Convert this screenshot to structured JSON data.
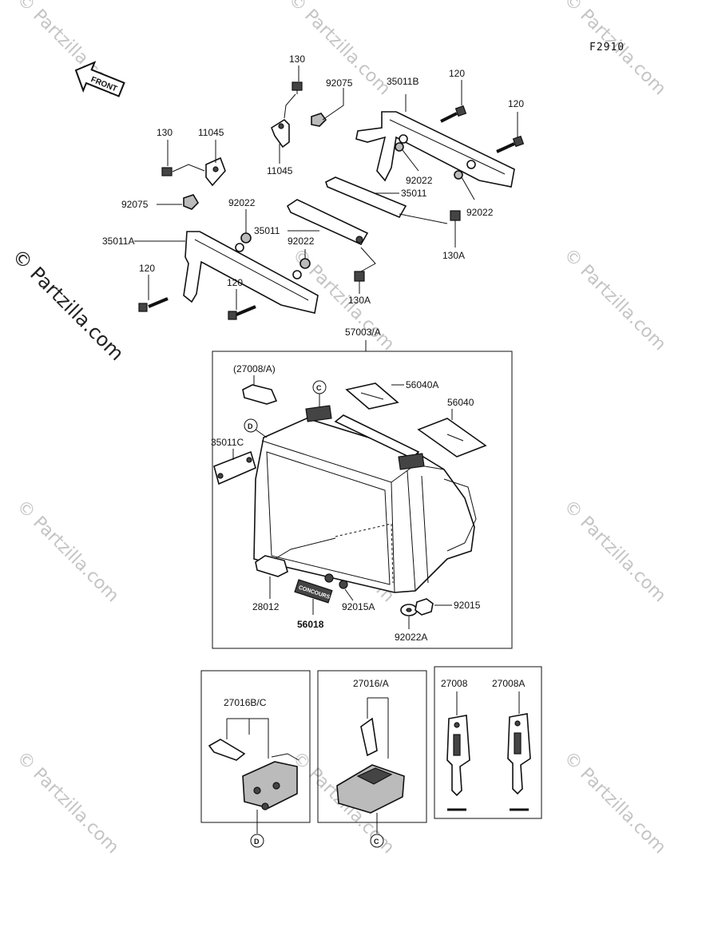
{
  "figure_code": "F2910",
  "front_arrow_label": "FRONT",
  "watermark": "© Partzilla.com",
  "callouts": {
    "c_130_top": "130",
    "c_92075_top": "92075",
    "c_35011B": "35011B",
    "c_120_top": "120",
    "c_120_right": "120",
    "c_130_left": "130",
    "c_11045_left": "11045",
    "c_11045_mid": "11045",
    "c_92022_mid": "92022",
    "c_92022_right": "92022",
    "c_92075_left": "92075",
    "c_92022_left": "92022",
    "c_35011_right": "35011",
    "c_35011_mid": "35011",
    "c_92022_center": "92022",
    "c_35011A": "35011A",
    "c_130A_right": "130A",
    "c_120_lower_left": "120",
    "c_120_lower_mid": "120",
    "c_130A_lower": "130A",
    "c_57003A": "57003/A",
    "c_27008A_paren": "(27008/A)",
    "c_56040A": "56040A",
    "c_56040": "56040",
    "c_35011C": "35011C",
    "c_28012": "28012",
    "c_56018": "56018",
    "c_92015A": "92015A",
    "c_92015": "92015",
    "c_92022A": "92022A",
    "c_27016BC": "27016B/C",
    "c_27016A": "27016/A",
    "c_27008": "27008",
    "c_27008A": "27008A"
  },
  "circle_marks": {
    "c_top": "C",
    "d_top": "D",
    "d_bottom": "D",
    "c_bottom": "C"
  },
  "nameplate_text": "CONCOURS"
}
